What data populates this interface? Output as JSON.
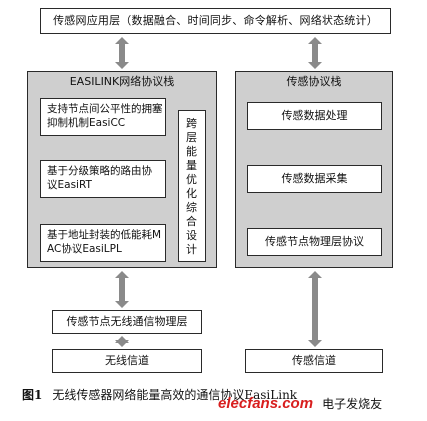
{
  "top_layer": "传感网应用层（数据融合、时间同步、命令解析、网络状态统计）",
  "left_stack": {
    "title": "EASILINK网络协议栈",
    "boxes": [
      "支持节点间公平性的拥塞抑制机制EasiCC",
      "基于分级策略的路由协议EasiRT",
      "基于地址封装的低能耗MAC协议EasiLPL"
    ],
    "cross_layer": "跨层能量优化综合设计",
    "physical": "传感节点无线通信物理层",
    "channel": "无线信道"
  },
  "right_stack": {
    "title": "传感协议栈",
    "boxes": [
      "传感数据处理",
      "传感数据采集",
      "传感节点物理层协议"
    ],
    "channel": "传感信道"
  },
  "caption": {
    "figure": "图1",
    "text": "无线传感器网络能量高效的通信协议EasiLink",
    "watermark": "elecfans.com",
    "watermark_cn": "电子发烧友"
  },
  "colors": {
    "panel": "#cfcfcf",
    "border": "#2a2a2a",
    "watermark_red": "#d81e1e"
  }
}
